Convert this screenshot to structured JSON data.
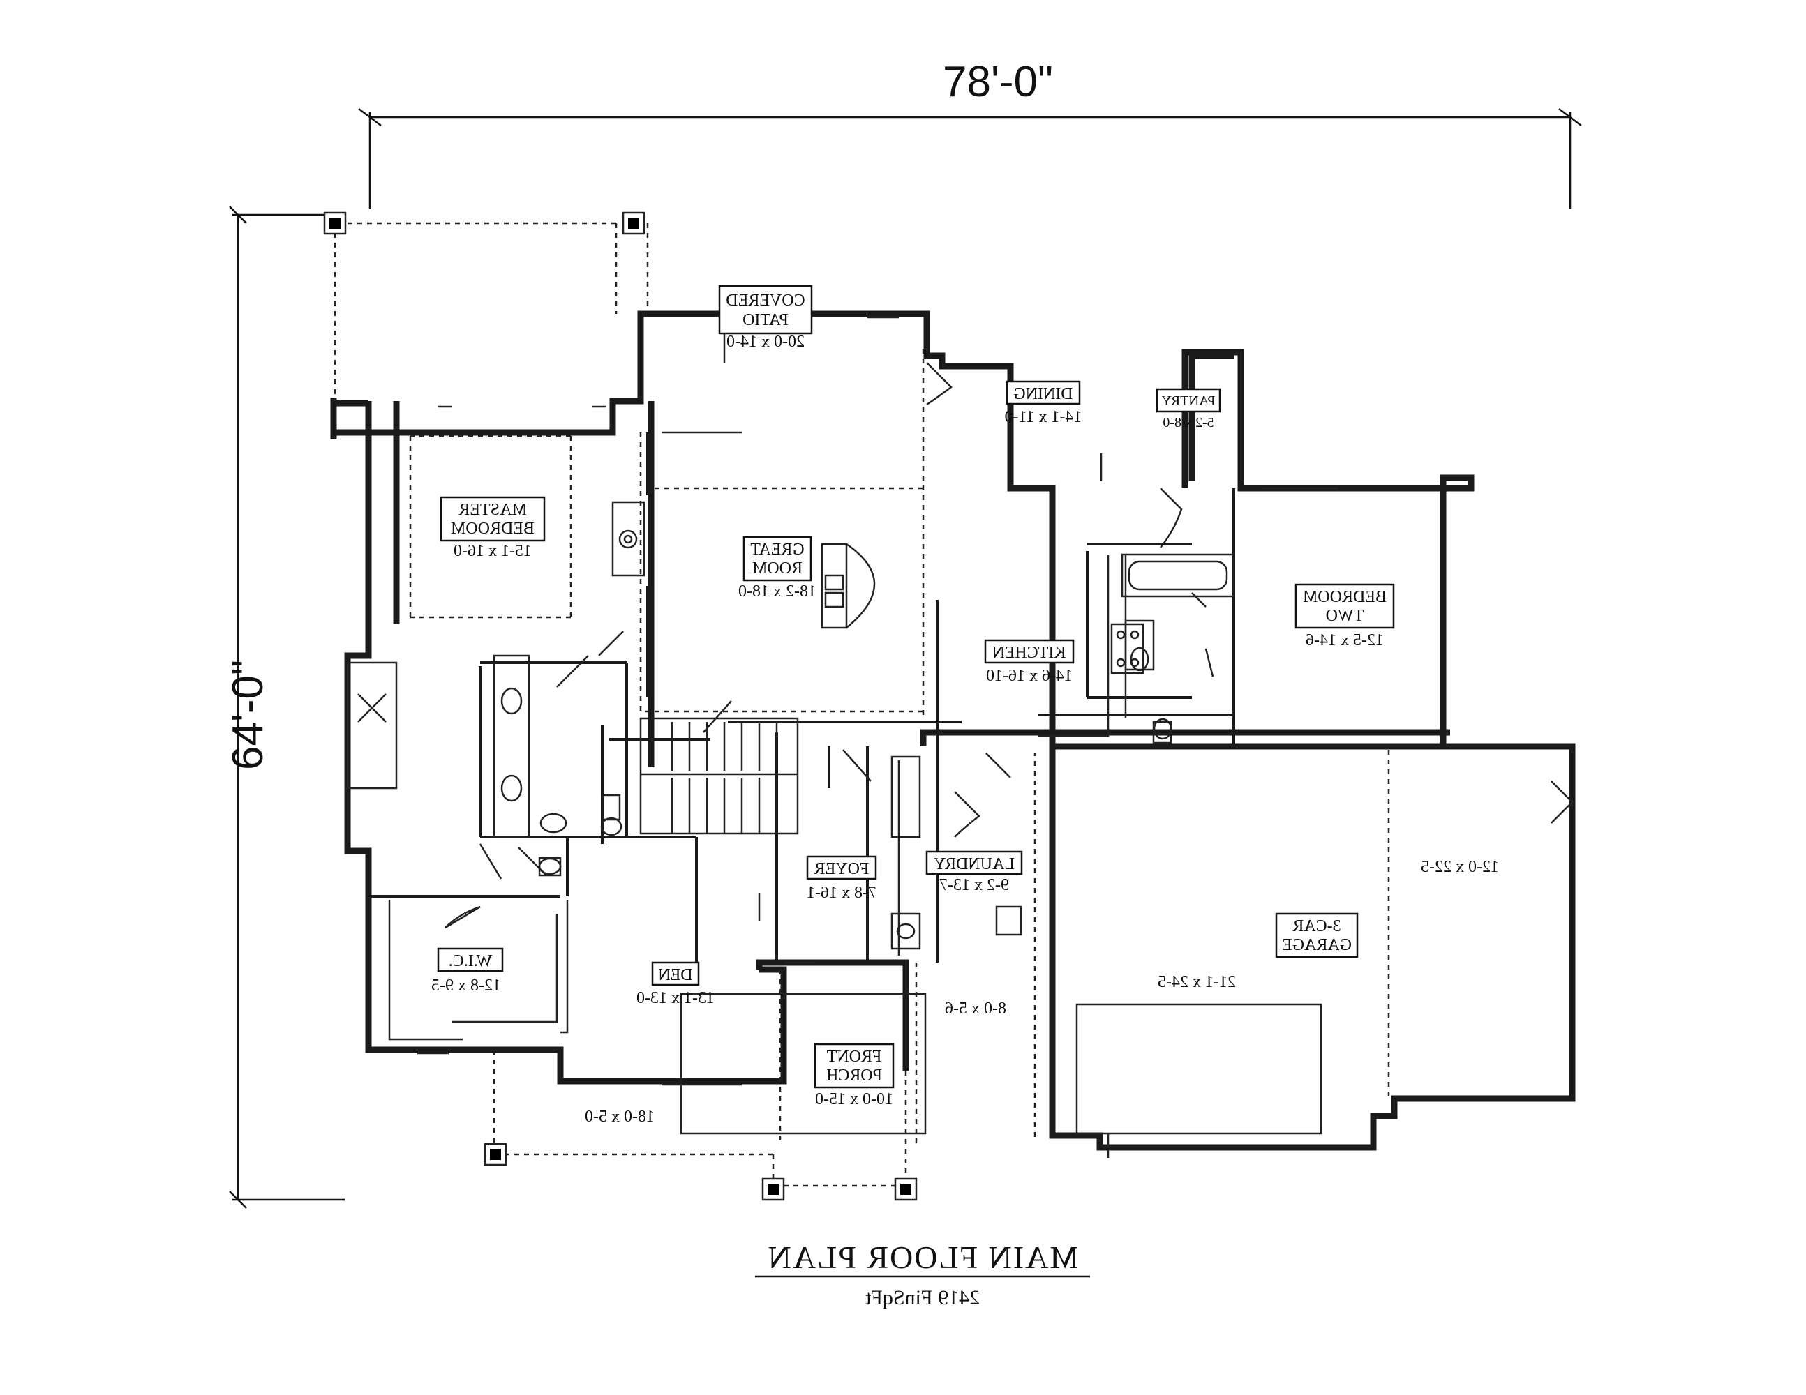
{
  "plan": {
    "title": "MAIN FLOOR PLAN",
    "subtitle": "2419 FinSqFt",
    "overall_width": "78'-0\"",
    "overall_depth": "64'-0\""
  },
  "rooms": [
    {
      "id": "covered-patio",
      "lines": [
        "COVERED",
        "PATIO"
      ],
      "dims": "20-0 x 14-0"
    },
    {
      "id": "dining",
      "lines": [
        "DINING"
      ],
      "dims": "14-1 x 11-0"
    },
    {
      "id": "pantry",
      "lines": [
        "PANTRY"
      ],
      "dims": "5-2 x 8-0"
    },
    {
      "id": "master-bedroom",
      "lines": [
        "MASTER",
        "BEDROOM"
      ],
      "dims": "15-1 x 16-0"
    },
    {
      "id": "great-room",
      "lines": [
        "GREAT",
        "ROOM"
      ],
      "dims": "18-2 x 18-0"
    },
    {
      "id": "kitchen",
      "lines": [
        "KITCHEN"
      ],
      "dims": "14-6 x 16-10"
    },
    {
      "id": "bedroom-two",
      "lines": [
        "BEDROOM",
        "TWO"
      ],
      "dims": "12-5 x 14-6"
    },
    {
      "id": "foyer",
      "lines": [
        "FOYER"
      ],
      "dims": "7-8 x 16-1"
    },
    {
      "id": "laundry",
      "lines": [
        "LAUNDRY"
      ],
      "dims": "9-2 x 13-7"
    },
    {
      "id": "wic",
      "lines": [
        "W.I.C."
      ],
      "dims": "12-8 x 9-5"
    },
    {
      "id": "den",
      "lines": [
        "DEN"
      ],
      "dims": "13-1 x 13-0"
    },
    {
      "id": "front-porch",
      "lines": [
        "FRONT",
        "PORCH"
      ],
      "dims": "10-0 x 15-0"
    },
    {
      "id": "garage",
      "lines": [
        "3-CAR",
        "GARAGE"
      ],
      "dims": ""
    }
  ],
  "dimension_labels": {
    "garage_bay_main": "21-1 x 24-5",
    "garage_bay_side": "12-0 x 22-5",
    "porch_side": "8-0 x 5-6",
    "left_porch": "18-0 x 5-0"
  },
  "icons": [
    "post-icon",
    "fireplace-icon",
    "stair-icon",
    "toilet-icon",
    "sink-icon",
    "bathtub-icon",
    "cooktop-icon",
    "door-swing-icon"
  ]
}
